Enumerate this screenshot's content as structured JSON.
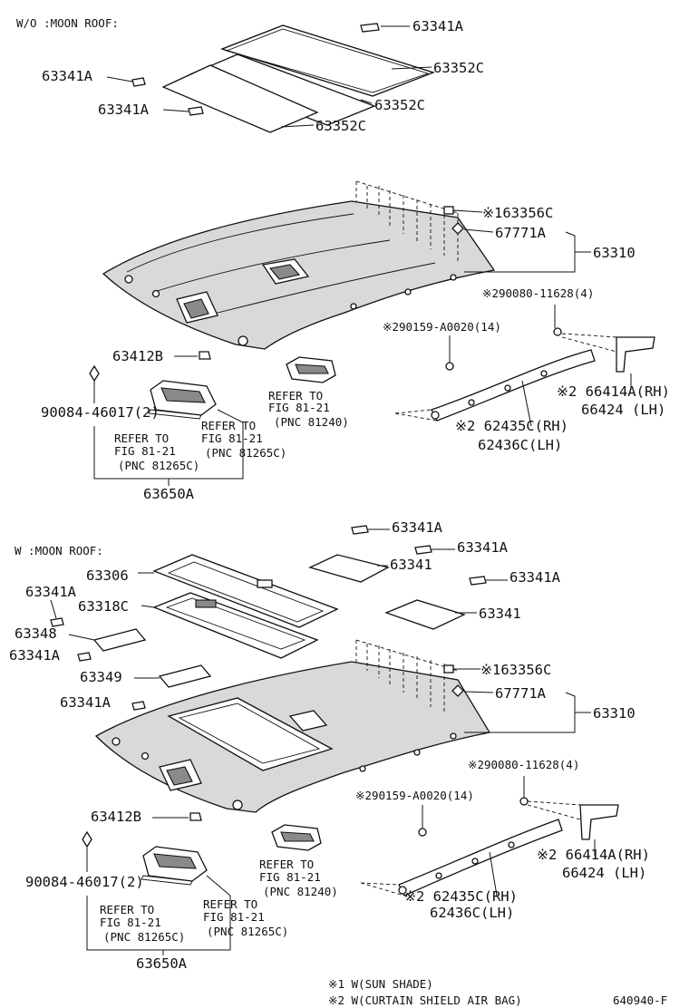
{
  "sections": {
    "without_moon_roof": "W/O :MOON ROOF:",
    "with_moon_roof": "W :MOON ROOF:"
  },
  "top": {
    "p63341A_a": "63341A",
    "p63352C_a": "63352C",
    "p63341A_b": "63341A",
    "p63341A_c": "63341A",
    "p63352C_b": "63352C",
    "p63352C_c": "63352C",
    "p163356C": "※163356C",
    "p67771A": "67771A",
    "p63310": "63310",
    "p290080": "※290080-11628(4)",
    "p290159": "※290159-A0020(14)",
    "p63412B": "63412B",
    "p66414A": "※2 66414A(RH)",
    "p66424": "66424 (LH)",
    "p90084": "90084-46017(2)",
    "p62435C": "※2 62435C(RH)",
    "p62436C": "62436C(LH)",
    "ref_1_a": "REFER TO",
    "ref_1_b": "FIG 81-21",
    "ref_1_c": "(PNC 81240)",
    "ref_2_a": "REFER TO",
    "ref_2_b": "FIG 81-21",
    "ref_2_c": "(PNC 81265C)",
    "ref_3_a": "REFER TO",
    "ref_3_b": "FIG 81-21",
    "ref_3_c": "(PNC 81265C)",
    "p63650A": "63650A"
  },
  "bottom": {
    "p63341A_a": "63341A",
    "p63341A_b": "63341A",
    "p63306": "63306",
    "p63341_a": "63341",
    "p63341A_c": "63341A",
    "p63341A_d": "63341A",
    "p63318C": "63318C",
    "p63341_b": "63341",
    "p63348": "63348",
    "p63341A_e": "63341A",
    "p163356C": "※163356C",
    "p63349": "63349",
    "p67771A": "67771A",
    "p63341A_f": "63341A",
    "p63310": "63310",
    "p290080": "※290080-11628(4)",
    "p290159": "※290159-A0020(14)",
    "p63412B": "63412B",
    "p66414A": "※2 66414A(RH)",
    "p66424": "66424 (LH)",
    "p90084": "90084-46017(2)",
    "p62435C": "※2 62435C(RH)",
    "p62436C": "62436C(LH)",
    "ref_1_a": "REFER TO",
    "ref_1_b": "FIG 81-21",
    "ref_1_c": "(PNC 81240)",
    "ref_2_a": "REFER TO",
    "ref_2_b": "FIG 81-21",
    "ref_2_c": "(PNC 81265C)",
    "ref_3_a": "REFER TO",
    "ref_3_b": "FIG 81-21",
    "ref_3_c": "(PNC 81265C)",
    "p63650A": "63650A"
  },
  "notes": {
    "note1": "※1 W(SUN SHADE)",
    "note2": "※2 W(CURTAIN SHIELD AIR BAG)",
    "figure_code": "640940-F"
  }
}
